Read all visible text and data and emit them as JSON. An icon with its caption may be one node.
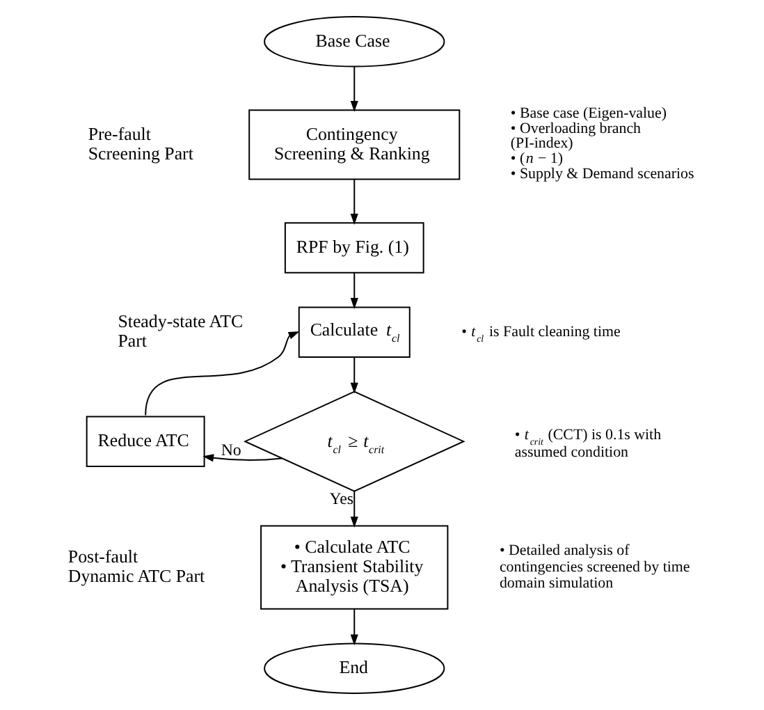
{
  "diagram": {
    "nodes": [
      {
        "text": [
          "Base Case"
        ]
      },
      {
        "text": [
          "Contingency Screening & Ranking"
        ],
        "beside": [
          "• Base case (Eigen-value)",
          "• Overloading branch (PI-index)",
          "• (*n* − 1)",
          "• Supply & Demand scenarios"
        ]
      },
      {
        "text": [
          "RPF by Fig. (1)"
        ]
      },
      {
        "text": [
          "Calculate *t*$_{cl}$"
        ],
        "beside": [
          "• *t*$_{cl}$ is Fault cleaning time"
        ]
      },
      {
        "text": [
          "*t*$_{cl}$ ≥ *t*$_{crit}$"
        ],
        "beside": [
          "• *t*$_{crit}$ (CCT) is 0.1s with assumed condition"
        ]
      },
      {
        "text": [
          "Reduce ATC"
        ]
      },
      {
        "text": [
          "• Calculate ATC",
          "• Transient Stability Analysis (TSA)"
        ],
        "beside": [
          "• Detailed analysis of contingencies screened by time domain simulation"
        ]
      },
      {
        "text": [
          "End"
        ]
      }
    ],
    "edges": [
      {
        "from": 0,
        "to": 1,
        "arrow": "to"
      },
      {
        "from": 1,
        "to": 2,
        "arrow": "to"
      },
      {
        "from": 2,
        "to": 3,
        "arrow": "to"
      },
      {
        "from": 3,
        "to": 4,
        "arrow": "to"
      },
      {
        "from": 4,
        "to": 5,
        "arrow": "to",
        "label": "No"
      },
      {
        "from": 5,
        "to": 3,
        "arrow": "to"
      },
      {
        "from": 4,
        "to": 6,
        "arrow": "to",
        "label": "Yes"
      },
      {
        "from": 6,
        "to": 7,
        "arrow": "to"
      }
    ],
    "labels": [
      "Pre-fault Screening Part",
      "Steady-state ATC Part",
      "Post-fault Dynamic ATC Part"
    ]
  }
}
